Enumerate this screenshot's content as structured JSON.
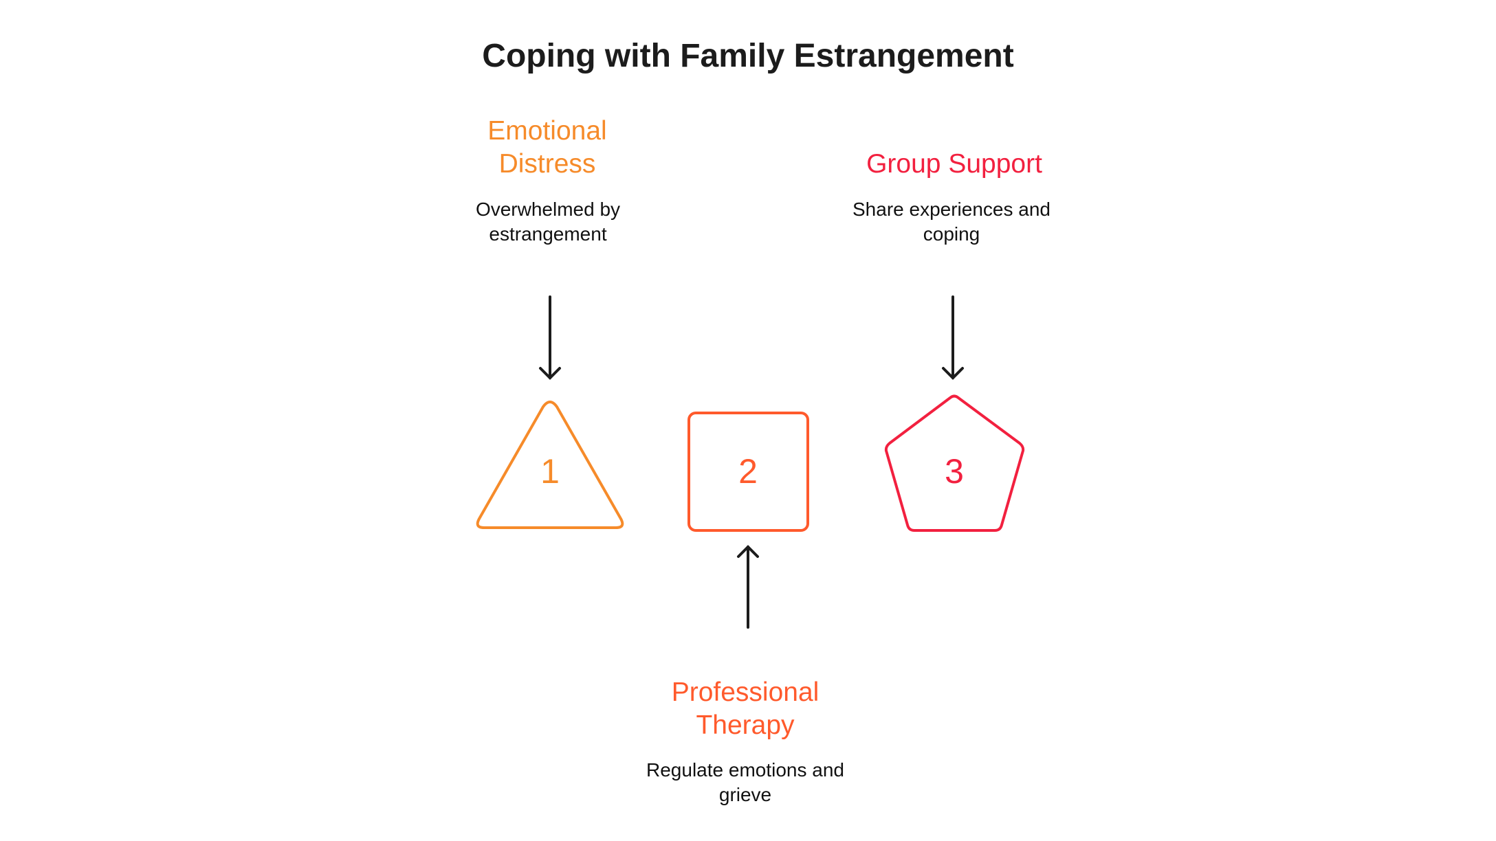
{
  "title": "Coping with Family Estrangement",
  "colors": {
    "step1": "#F68B2A",
    "step2": "#FF5A2C",
    "step3": "#F2203F",
    "arrow": "#1c1c1c"
  },
  "steps": [
    {
      "number": "1",
      "shape": "triangle",
      "heading": "Emotional Distress",
      "heading_lines": [
        "Emotional",
        "Distress"
      ],
      "description_lines": [
        "Overwhelmed by",
        "estrangement"
      ]
    },
    {
      "number": "2",
      "shape": "square",
      "heading": "Professional Therapy",
      "heading_lines": [
        "Professional",
        "Therapy"
      ],
      "description_lines": [
        "Regulate emotions and",
        "grieve"
      ]
    },
    {
      "number": "3",
      "shape": "pentagon",
      "heading": "Group Support",
      "heading_lines": [
        "Group Support"
      ],
      "description_lines": [
        "Share experiences and",
        "coping"
      ]
    }
  ]
}
